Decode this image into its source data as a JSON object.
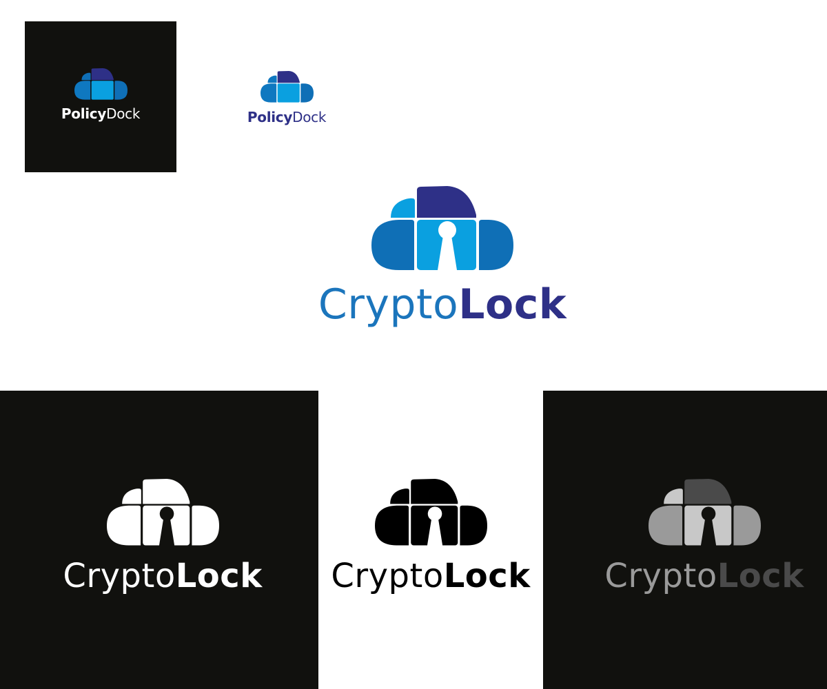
{
  "policydock": {
    "word_bold": "Policy",
    "word_light": "Dock",
    "dark_variant": {
      "bg": "#11110e",
      "text_bold": "#ffffff",
      "text_light": "#ffffff",
      "colors": {
        "tl": "#0f6fb6",
        "top": "#2e3087",
        "left": "#0f78c0",
        "center": "#0aa0e0",
        "right": "#0f6fb6"
      }
    },
    "light_variant": {
      "text_bold": "#2e3087",
      "text_light": "#2e3087",
      "colors": {
        "tl": "#0f78c0",
        "top": "#2e3087",
        "left": "#0f78c0",
        "center": "#0aa0e0",
        "right": "#0f6fb6"
      }
    }
  },
  "cryptolock": {
    "word_light": "Crypto",
    "word_bold": "Lock",
    "color_variant": {
      "text_light": "#1b75bc",
      "text_bold": "#2e3087",
      "colors": {
        "tl": "#0aa0e0",
        "top": "#2e3087",
        "left": "#0f6fb6",
        "center": "#0aa0e0",
        "right": "#0f6fb6",
        "hole": "#ffffff"
      }
    },
    "white_variant": {
      "bg": "#11110e",
      "text_light": "#ffffff",
      "text_bold": "#ffffff",
      "colors": {
        "tl": "#ffffff",
        "top": "#ffffff",
        "left": "#ffffff",
        "center": "#ffffff",
        "right": "#ffffff",
        "hole": "#11110e"
      }
    },
    "black_variant": {
      "bg": "#ffffff",
      "text_light": "#000000",
      "text_bold": "#000000",
      "colors": {
        "tl": "#000000",
        "top": "#000000",
        "left": "#000000",
        "center": "#000000",
        "right": "#000000",
        "hole": "#ffffff"
      }
    },
    "gray_variant": {
      "bg": "#11110e",
      "text_light": "#9a9a9a",
      "text_bold": "#4a4a4a",
      "colors": {
        "tl": "#c8c8c8",
        "top": "#4a4a4a",
        "left": "#9a9a9a",
        "center": "#c8c8c8",
        "right": "#9a9a9a",
        "hole": "#11110e"
      }
    }
  }
}
